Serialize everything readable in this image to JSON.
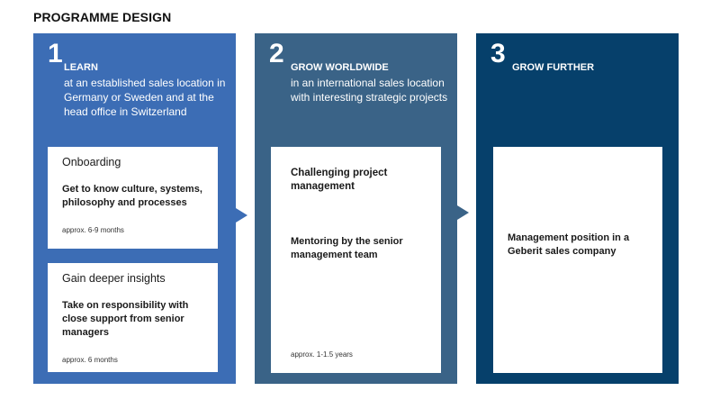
{
  "title": "PROGRAMME DESIGN",
  "steps": [
    {
      "number": "1",
      "title": "LEARN",
      "desc": "at an established sales location in Germany or Sweden and at the head office in Switzerland",
      "boxes": [
        {
          "heading": "Onboarding",
          "text": "Get to know culture, systems, philosophy and processes",
          "note": "approx. 6-9 months"
        },
        {
          "heading": "Gain deeper insights",
          "text": "Take on responsibility with close support from senior managers",
          "note": "approx. 6 months"
        }
      ]
    },
    {
      "number": "2",
      "title": "GROW WORLDWIDE",
      "desc": "in an international sales location with interesting strategic projects",
      "box": {
        "text1": "Challenging project management",
        "text2": "Mentoring by the senior management team",
        "note": "approx. 1-1.5 years"
      }
    },
    {
      "number": "3",
      "title": "GROW FURTHER",
      "box": {
        "text": "Management position in a Geberit sales company"
      }
    }
  ],
  "colors": {
    "step1": "#3c6db5",
    "step2": "#3a6387",
    "step3": "#06406b"
  }
}
